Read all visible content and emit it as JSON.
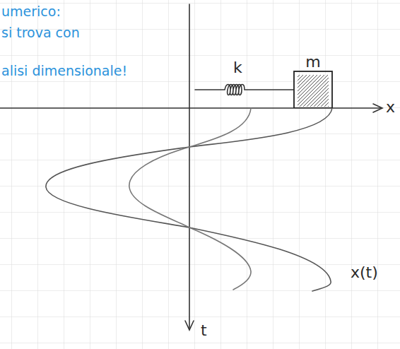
{
  "diagram": {
    "nodes": [
      {
        "text": [
          "m"
        ]
      }
    ],
    "labels": [
      "umerico:",
      "si trova con",
      "alisi dimensionale!",
      "k",
      "x",
      "t",
      "x(t)"
    ]
  }
}
